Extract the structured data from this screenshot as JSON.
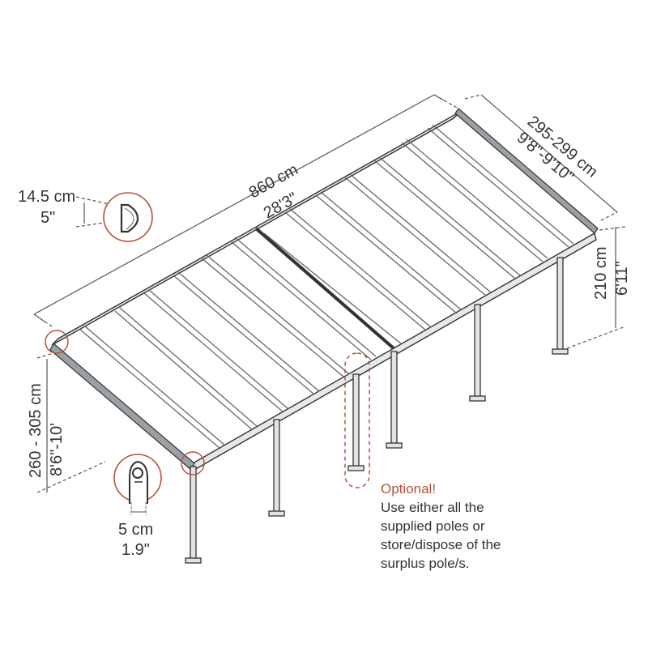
{
  "dimensions": {
    "length_cm": "860 cm",
    "length_ft": "28'3\"",
    "width_cm": "295-299 cm",
    "width_ft": "9'8\"-9'10\"",
    "rear_height_cm": "210 cm",
    "rear_height_ft": "6'11\"",
    "front_height_cm": "260 - 305 cm",
    "front_height_ft": "8'6\"-10'",
    "profile_cm": "14.5 cm",
    "profile_in": "5\"",
    "post_cm": "5 cm",
    "post_in": "1.9\""
  },
  "note": {
    "title": "Optional!",
    "lines": [
      "Use either all the",
      "supplied poles or",
      "store/dispose of the",
      "surplus pole/s."
    ]
  },
  "colors": {
    "line": "#444444",
    "accent": "#b5533c",
    "text": "#333333"
  }
}
